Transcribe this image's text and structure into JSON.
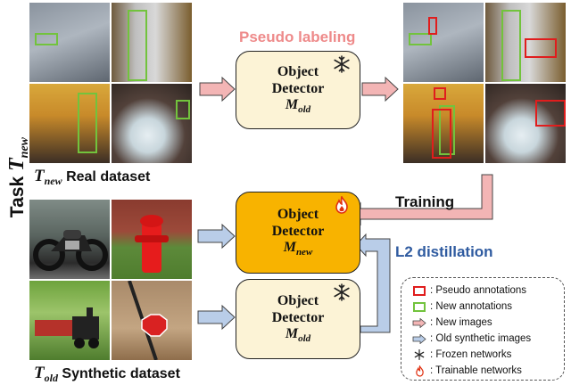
{
  "side_label": {
    "prefix": "Task",
    "var": "T",
    "sub": "new"
  },
  "top_left_caption": {
    "var": "T",
    "sub": "new",
    "text": "Real dataset"
  },
  "bottom_left_caption": {
    "var": "T",
    "sub": "old",
    "text": "Synthetic dataset"
  },
  "pseudo_label": "Pseudo labeling",
  "training_label": "Training",
  "distill_label": "L2 distillation",
  "detector_top": {
    "line1": "Object",
    "line2": "Detector",
    "model": "M",
    "sub": "old"
  },
  "detector_mid": {
    "line1": "Object",
    "line2": "Detector",
    "model": "M",
    "sub": "new"
  },
  "detector_bot": {
    "line1": "Object",
    "line2": "Detector",
    "model": "M",
    "sub": "old"
  },
  "legend": [
    {
      "icon": "red-square-icon",
      "text": ": Pseudo annotations"
    },
    {
      "icon": "green-square-icon",
      "text": ": New annotations"
    },
    {
      "icon": "pink-arrow-icon",
      "text": ": New images"
    },
    {
      "icon": "blue-arrow-icon",
      "text": ": Old synthetic images"
    },
    {
      "icon": "snowflake-icon",
      "text": ": Frozen networks"
    },
    {
      "icon": "flame-icon",
      "text": ": Trainable networks"
    }
  ],
  "colors": {
    "pink_arrow": "#f3b5b5",
    "blue_arrow": "#b9cde8",
    "pseudo_text": "#ee8a8a",
    "distill_text": "#2f5ba0",
    "trainable_fill": "#f8b300",
    "frozen_fill": "#fcf3d6"
  }
}
